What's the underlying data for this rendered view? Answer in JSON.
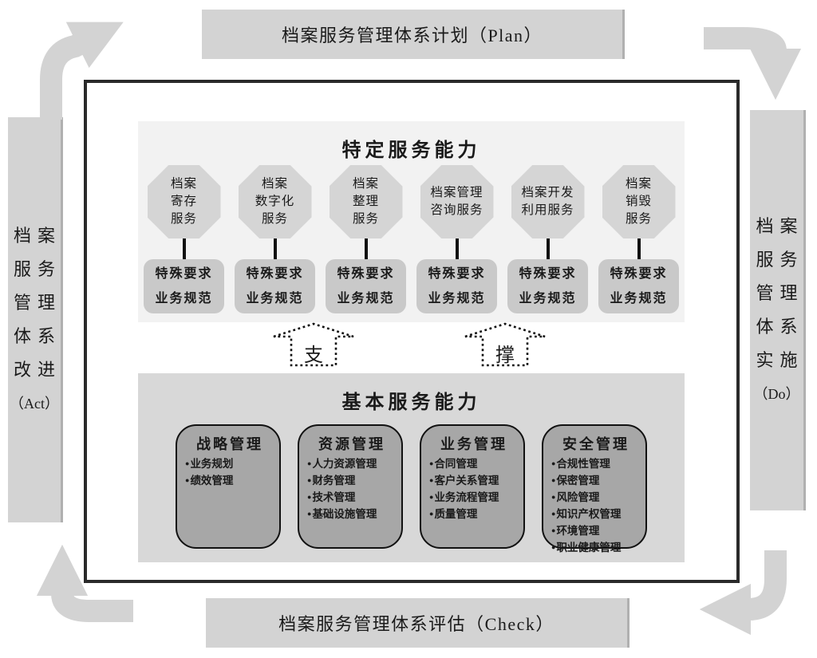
{
  "pdca": {
    "plan": {
      "label": "档案服务管理体系计划（Plan）"
    },
    "do": {
      "lines": [
        "档案",
        "服务",
        "管理",
        "体系",
        "实施",
        "（Do）"
      ]
    },
    "check": {
      "label": "档案服务管理体系评估（Check）"
    },
    "act": {
      "lines": [
        "档案",
        "服务",
        "管理",
        "体系",
        "改进",
        "（Act）"
      ]
    }
  },
  "top_section": {
    "title": "特定服务能力",
    "columns": [
      {
        "service": "档案\n寄存\n服务",
        "requirement": "特殊要求\n业务规范"
      },
      {
        "service": "档案\n数字化\n服务",
        "requirement": "特殊要求\n业务规范"
      },
      {
        "service": "档案\n整理\n服务",
        "requirement": "特殊要求\n业务规范"
      },
      {
        "service": "档案管理\n咨询服务",
        "requirement": "特殊要求\n业务规范"
      },
      {
        "service": "档案开发\n利用服务",
        "requirement": "特殊要求\n业务规范"
      },
      {
        "service": "档案\n销毁\n服务",
        "requirement": "特殊要求\n业务规范"
      }
    ]
  },
  "support_arrows": {
    "left_label": "支",
    "right_label": "撑"
  },
  "bottom_section": {
    "title": "基本服务能力",
    "bullet_glyph": "●",
    "boxes": [
      {
        "title": "战略管理",
        "items": [
          "业务规划",
          "绩效管理"
        ]
      },
      {
        "title": "资源管理",
        "items": [
          "人力资源管理",
          "财务管理",
          "技术管理",
          "基础设施管理"
        ]
      },
      {
        "title": "业务管理",
        "items": [
          "合同管理",
          "客户关系管理",
          "业务流程管理",
          "质量管理"
        ]
      },
      {
        "title": "安全管理",
        "items": [
          "合规性管理",
          "保密管理",
          "风险管理",
          "知识产权管理",
          "环境管理",
          "职业健康管理"
        ]
      }
    ]
  },
  "colors": {
    "bar_gray": "#d3d3d3",
    "arrow_gray": "#d3d3d3",
    "edge_shade": "#b0b0b0",
    "frame_border": "#2a2a2a",
    "section_light": "#f2f2f2",
    "section_mid": "#d8d8d8",
    "octagon_gray": "#d5d5d5",
    "requirement_gray": "#c9c9c9",
    "capability_gray": "#a7a7a7",
    "text": "#1a1a1a"
  }
}
